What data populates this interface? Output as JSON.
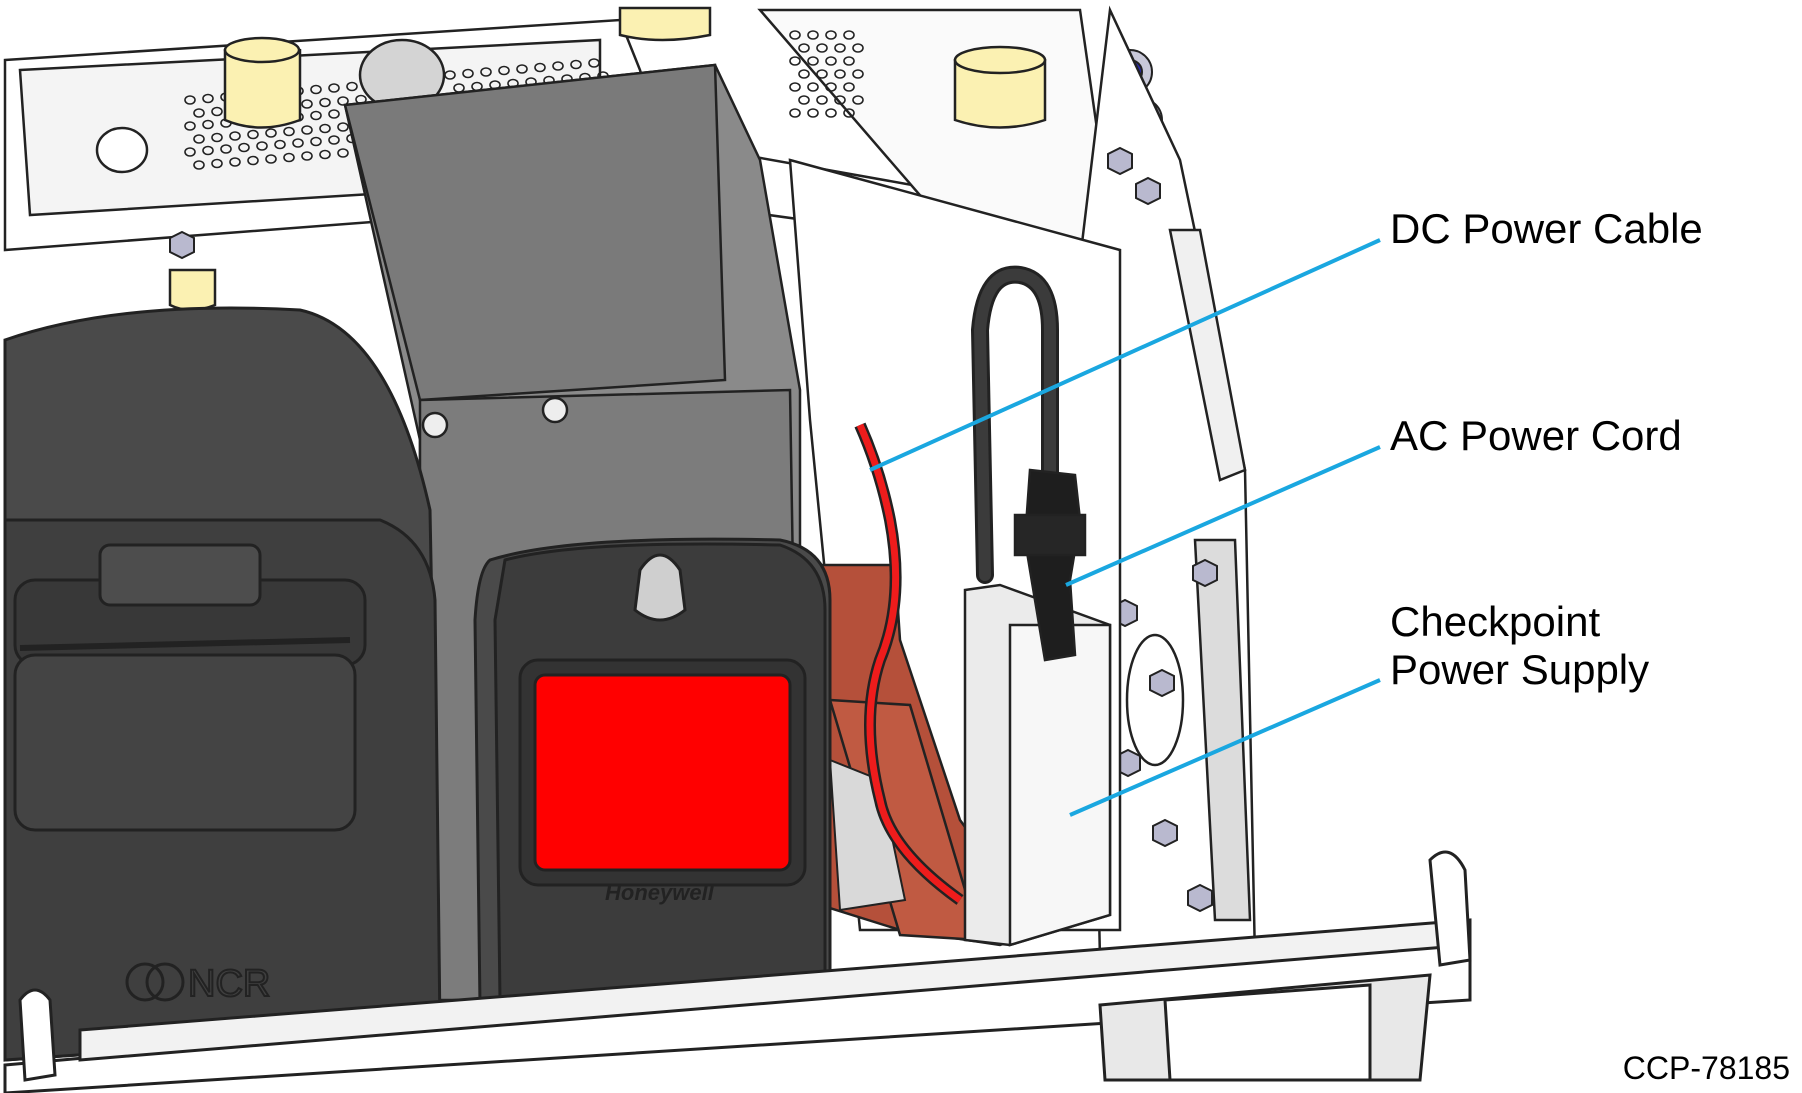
{
  "callouts": {
    "dc_power_cable": "DC Power Cable",
    "ac_power_cord": "AC Power Cord",
    "checkpoint_power_supply_line1": "Checkpoint",
    "checkpoint_power_supply_line2": "Power Supply"
  },
  "figure_id": "CCP-78185",
  "product_marks": {
    "printer_logo": "NCR",
    "scanner_logo": "Honeywell"
  },
  "colors": {
    "callout_line": "#1aa7e0",
    "red_cable": "#ee1c1c",
    "scanner_window": "#ff0000",
    "bracket": "#b5503a",
    "dark_body": "#3e3e3e",
    "cream_clip": "#fbf1b2"
  }
}
